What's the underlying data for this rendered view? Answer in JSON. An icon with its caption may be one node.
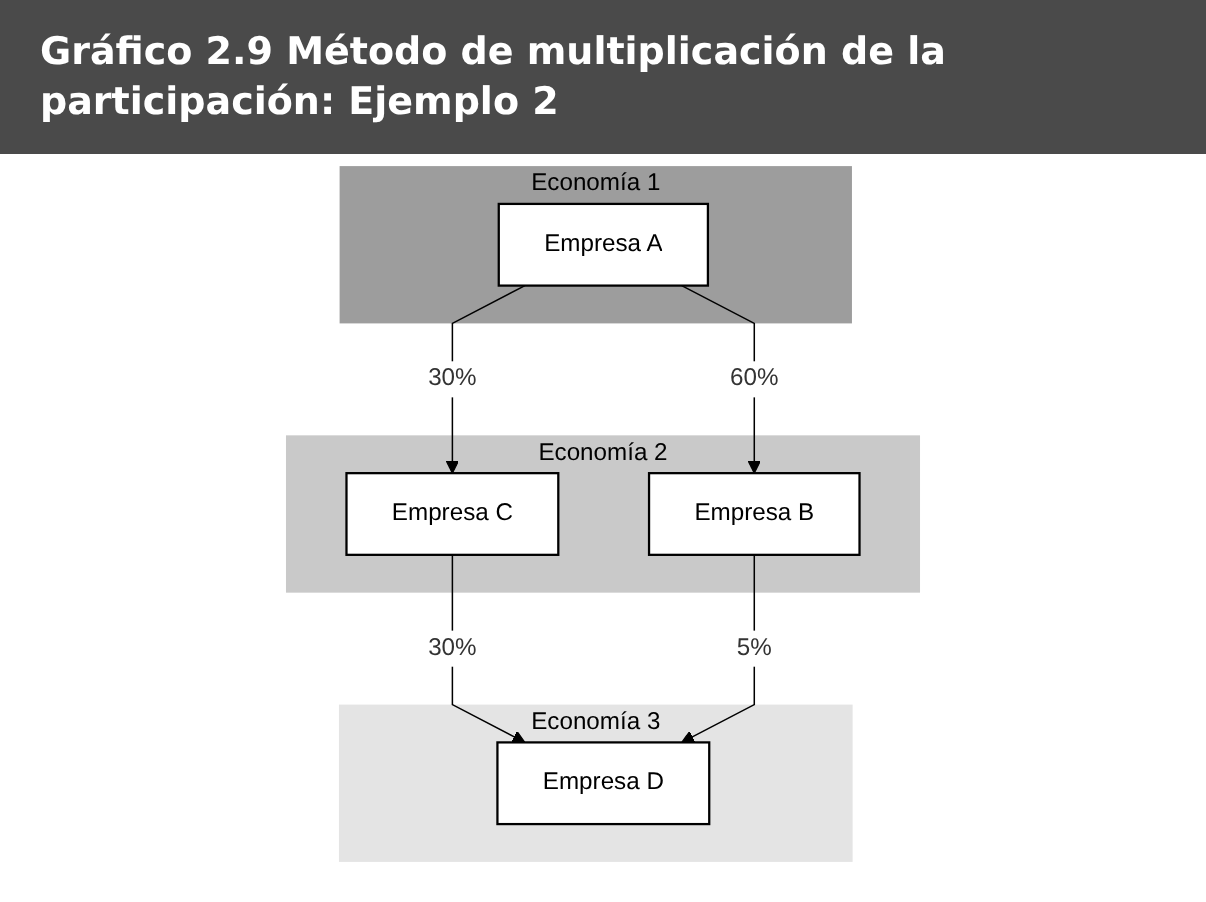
{
  "diagram": {
    "title": "Gráfico 2.9 Método de multiplicación de la participación: Ejemplo 2",
    "nodes": [
      {
        "text": [
          "Economía 1"
        ]
      },
      {
        "text": [
          "Empresa A"
        ],
        "in": 0
      },
      {
        "text": [
          "Economía 2"
        ]
      },
      {
        "text": [
          "Empresa C"
        ],
        "in": 2
      },
      {
        "text": [
          "Empresa B"
        ],
        "in": 2
      },
      {
        "text": [
          "Economía 3"
        ]
      },
      {
        "text": [
          "Empresa D"
        ],
        "in": 5
      }
    ],
    "edges": [
      {
        "from": 1,
        "to": 3,
        "arrow": "to",
        "label": "30%"
      },
      {
        "from": 1,
        "to": 4,
        "arrow": "to",
        "label": "60%"
      },
      {
        "from": 3,
        "to": 6,
        "arrow": "to",
        "label": "30%"
      },
      {
        "from": 4,
        "to": 6,
        "arrow": "to",
        "label": "5%"
      }
    ]
  }
}
